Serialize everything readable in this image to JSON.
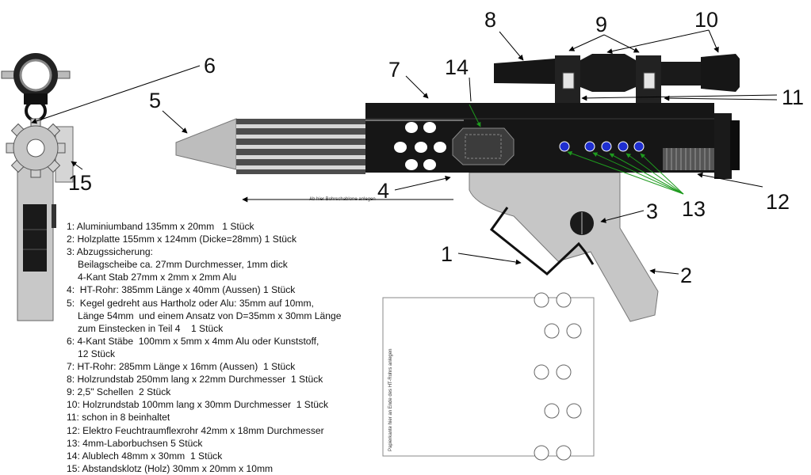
{
  "callouts": {
    "n1": "1",
    "n2": "2",
    "n3": "3",
    "n4": "4",
    "n5": "5",
    "n6": "6",
    "n7": "7",
    "n8": "8",
    "n9": "9",
    "n10": "10",
    "n11": "11",
    "n12": "12",
    "n13": "13",
    "n14": "14",
    "n15": "15"
  },
  "drawing_notes": {
    "bore_template_note": "Ab hier Bohrschablone anlegen",
    "template_edge_note": "Papierkante hier an Ende des HT-Rohrs anlegen"
  },
  "parts_list": [
    {
      "line": "1: Aluminiumband 135mm x 20mm   1 Stück"
    },
    {
      "line": "2: Holzplatte 155mm x 124mm (Dicke=28mm) 1 Stück"
    },
    {
      "line": "3: Abzugssicherung:"
    },
    {
      "line": "Beilagscheibe ca. 27mm Durchmesser, 1mm dick"
    },
    {
      "line": "4-Kant Stab 27mm x 2mm x 2mm Alu"
    },
    {
      "line": "4:  HT-Rohr: 385mm Länge x 40mm (Aussen) 1 Stück"
    },
    {
      "line": "5:  Kegel gedreht aus Hartholz oder Alu: 35mm auf 10mm,"
    },
    {
      "line": "Länge 54mm  und einem Ansatz von D=35mm x 30mm Länge"
    },
    {
      "line": "zum Einstecken in Teil 4    1 Stück"
    },
    {
      "line": "6: 4-Kant Stäbe  100mm x 5mm x 4mm Alu oder Kunststoff,"
    },
    {
      "line": "12 Stück"
    },
    {
      "line": "7: HT-Rohr: 285mm Länge x 16mm (Aussen)  1 Stück"
    },
    {
      "line": "8: Holzrundstab 250mm lang x 22mm Durchmesser  1 Stück"
    },
    {
      "line": "9: 2,5\" Schellen  2 Stück"
    },
    {
      "line": "10: Holzrundstab 100mm lang x 30mm Durchmesser  1 Stück"
    },
    {
      "line": "11: schon in 8 beinhaltet"
    },
    {
      "line": "12: Elektro Feuchtraumflexrohr 42mm x 18mm Durchmesser"
    },
    {
      "line": "13: 4mm-Laborbuchsen 5 Stück"
    },
    {
      "line": "14: Alublech 48mm x 30mm  1 Stück"
    },
    {
      "line": "15: Abstandsklotz (Holz) 30mm x 20mm x 10mm"
    }
  ],
  "colors": {
    "barrel": "#161616",
    "grip": "#c6c6c6",
    "cone": "#bdbdbd",
    "led": "#1f2fd0",
    "arrow_green": "#1e9a1e"
  }
}
